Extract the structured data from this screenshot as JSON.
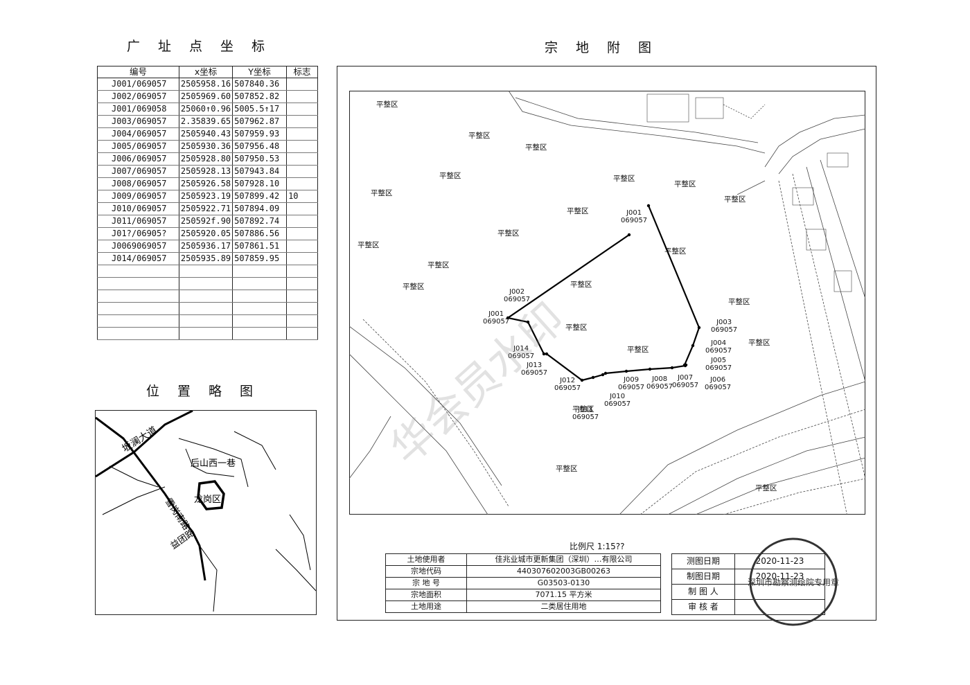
{
  "titles": {
    "coords": "广址点坐标",
    "map": "宗地附图",
    "location": "位置略图"
  },
  "coord_table": {
    "headers": [
      "编号",
      "x坐标",
      "Y坐标",
      "标志"
    ],
    "rows": [
      [
        "J001/069057",
        "2505958.16",
        "507840.36",
        ""
      ],
      [
        "J002/069057",
        "2505969.60",
        "507852.82",
        ""
      ],
      [
        "J001/069058",
        "25060↑0.96",
        "5005.5↑17",
        ""
      ],
      [
        "J003/069057",
        "2.35839.65",
        "507962.87",
        ""
      ],
      [
        "J004/069057",
        "2505940.43",
        "507959.93",
        ""
      ],
      [
        "J005/069057",
        "2505930.36",
        "507956.48",
        ""
      ],
      [
        "J006/069057",
        "2505928.80",
        "507950.53",
        ""
      ],
      [
        "J007/069057",
        "2505928.13",
        "507943.84",
        ""
      ],
      [
        "J008/069057",
        "2505926.58",
        "507928.10",
        ""
      ],
      [
        "J009/069057",
        "2505923.19",
        "507899.42",
        "10"
      ],
      [
        "J010/069057",
        "2505922.71",
        "507894.09",
        ""
      ],
      [
        "J011/069057",
        "250592f.90",
        "507892.74",
        ""
      ],
      [
        "J01?/06905?",
        "2505920.05",
        "507886.56",
        ""
      ],
      [
        "J0069069057",
        "2505936.17",
        "507861.51",
        ""
      ],
      [
        "J014/069057",
        "2505935.89",
        "507859.95",
        ""
      ]
    ],
    "empty_rows": 6
  },
  "map": {
    "area_label": "平整区",
    "point_code": "069057",
    "point_ids": [
      "J001",
      "J002",
      "J001",
      "J003",
      "J004",
      "J005",
      "J006",
      "J007",
      "J008",
      "J009",
      "J010",
      "J011",
      "J012",
      "J013",
      "J014"
    ],
    "scale": "比例尺 1:15??",
    "watermark": "华会员水印"
  },
  "parcel_info": {
    "rows": [
      [
        "土地使用者",
        "佳兆业城市更新集团（深圳）…有限公司"
      ],
      [
        "宗地代码",
        "440307602003GB00263"
      ],
      [
        "宗 地 号",
        "G03503-0130"
      ],
      [
        "宗地面积",
        "7071.15 平方米"
      ],
      [
        "土地用途",
        "二类居住用地"
      ]
    ]
  },
  "survey_info": {
    "rows": [
      [
        "测图日期",
        "2020-11-23"
      ],
      [
        "制图日期",
        "2020-11-23"
      ],
      [
        "制 图 人",
        ""
      ],
      [
        "审 核 者",
        ""
      ]
    ],
    "seal_text": "深圳市勘察测绘院专用章"
  },
  "location_map": {
    "roads": [
      "坂澜大道",
      "后山西一巷",
      "雪岗南路",
      "益团路"
    ],
    "district": "龙岗区"
  }
}
